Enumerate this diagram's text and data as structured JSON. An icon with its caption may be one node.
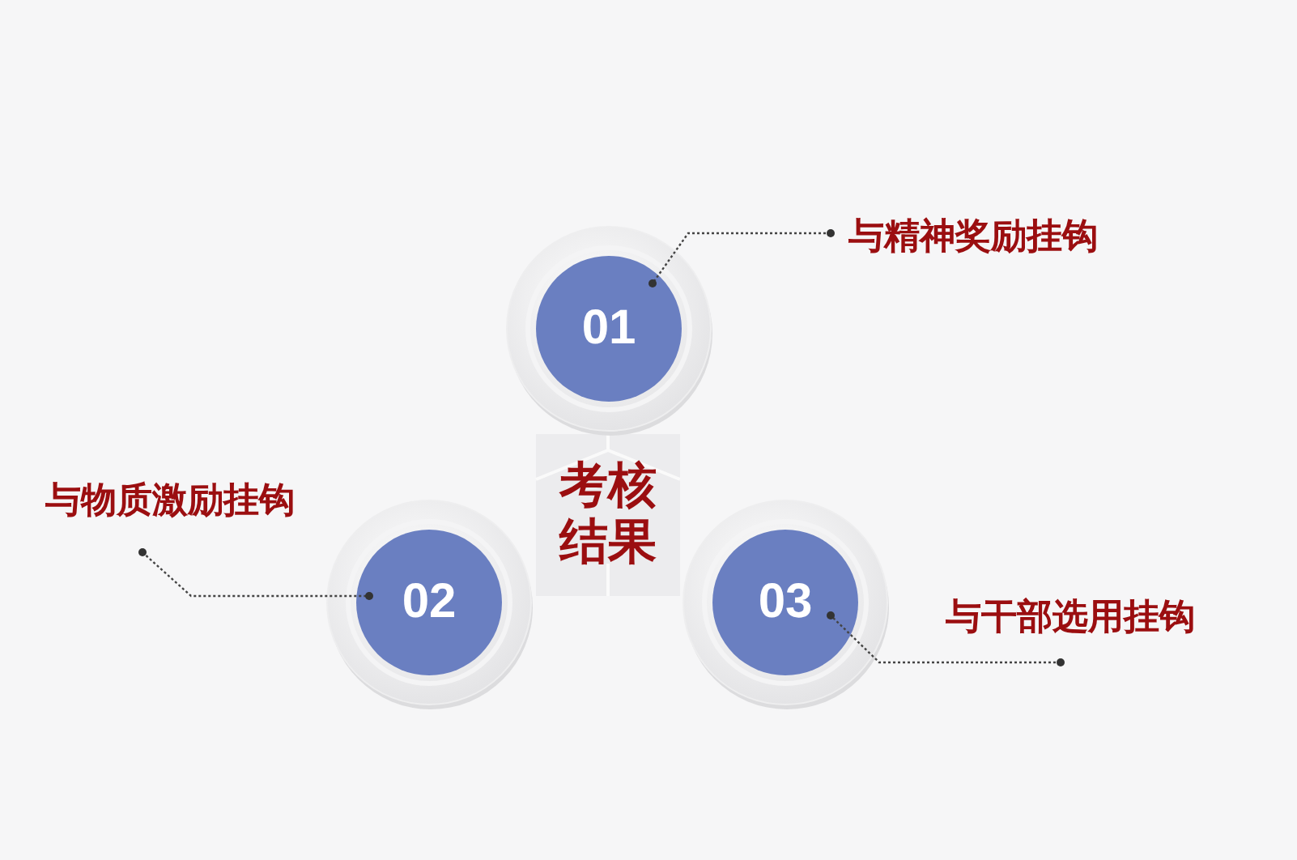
{
  "diagram": {
    "nodes": [
      {
        "text": [
          "01"
        ]
      },
      {
        "text": [
          "与精神奖励挂钩"
        ]
      },
      {
        "text": [
          "考核结果"
        ]
      },
      {
        "text": [
          "与物质激励挂钩"
        ]
      },
      {
        "text": [
          "02"
        ]
      },
      {
        "text": [
          "03"
        ]
      },
      {
        "text": [
          "与干部选用挂钩"
        ]
      }
    ],
    "edges": [
      {
        "from": 1,
        "to": 0,
        "arrow": "other"
      },
      {
        "from": 3,
        "to": 4,
        "arrow": "other"
      },
      {
        "from": 6,
        "to": 5,
        "arrow": "other"
      }
    ]
  }
}
